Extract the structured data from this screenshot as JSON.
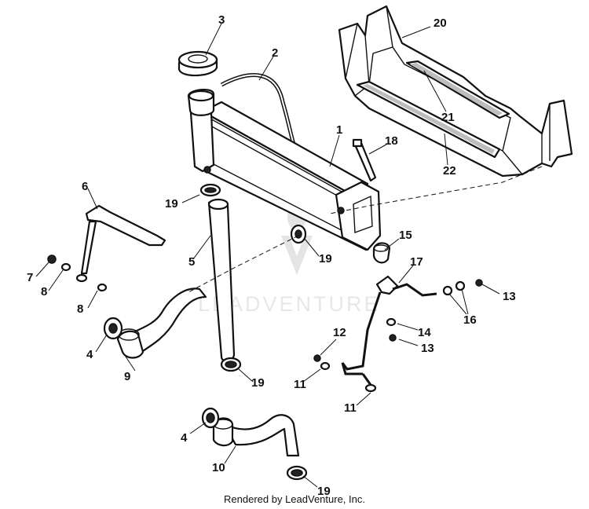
{
  "watermark": "LEADVENTURE",
  "footer": "Rendered by LeadVenture, Inc.",
  "callouts": {
    "c1": "1",
    "c2": "2",
    "c3": "3",
    "c4a": "4",
    "c4b": "4",
    "c5": "5",
    "c6": "6",
    "c7": "7",
    "c8a": "8",
    "c8b": "8",
    "c9": "9",
    "c10": "10",
    "c11a": "11",
    "c11b": "11",
    "c12": "12",
    "c13a": "13",
    "c13b": "13",
    "c14": "14",
    "c15": "15",
    "c16": "16",
    "c17": "17",
    "c18": "18",
    "c19a": "19",
    "c19b": "19",
    "c19c": "19",
    "c19d": "19",
    "c20": "20",
    "c21": "21",
    "c22": "22"
  }
}
